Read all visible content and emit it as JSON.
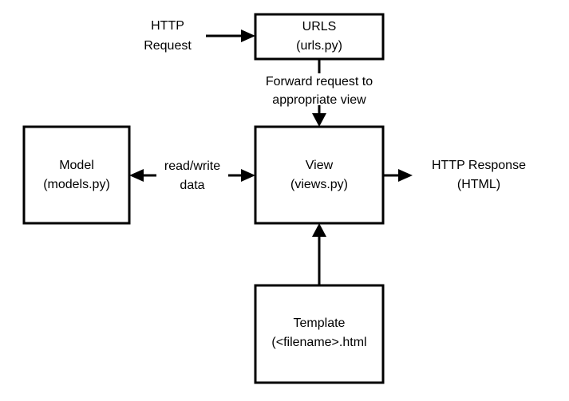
{
  "diagram": {
    "title": "Django MVT request flow diagram",
    "background_color": "#ffffff",
    "stroke_color": "#000000",
    "nodes": [
      {
        "id": "urls",
        "line1": "URLS",
        "line2": "(urls.py)"
      },
      {
        "id": "model",
        "line1": "Model",
        "line2": "(models.py)"
      },
      {
        "id": "view",
        "line1": "View",
        "line2": "(views.py)"
      },
      {
        "id": "template",
        "line1": "Template",
        "line2": "(<filename>.html"
      }
    ],
    "labels": {
      "http_request_line1": "HTTP",
      "http_request_line2": "Request",
      "forward_line1": "Forward request to",
      "forward_line2": "appropriate view",
      "readwrite_line1": "read/write",
      "readwrite_line2": "data",
      "http_response_line1": "HTTP Response",
      "http_response_line2": "(HTML)"
    }
  }
}
